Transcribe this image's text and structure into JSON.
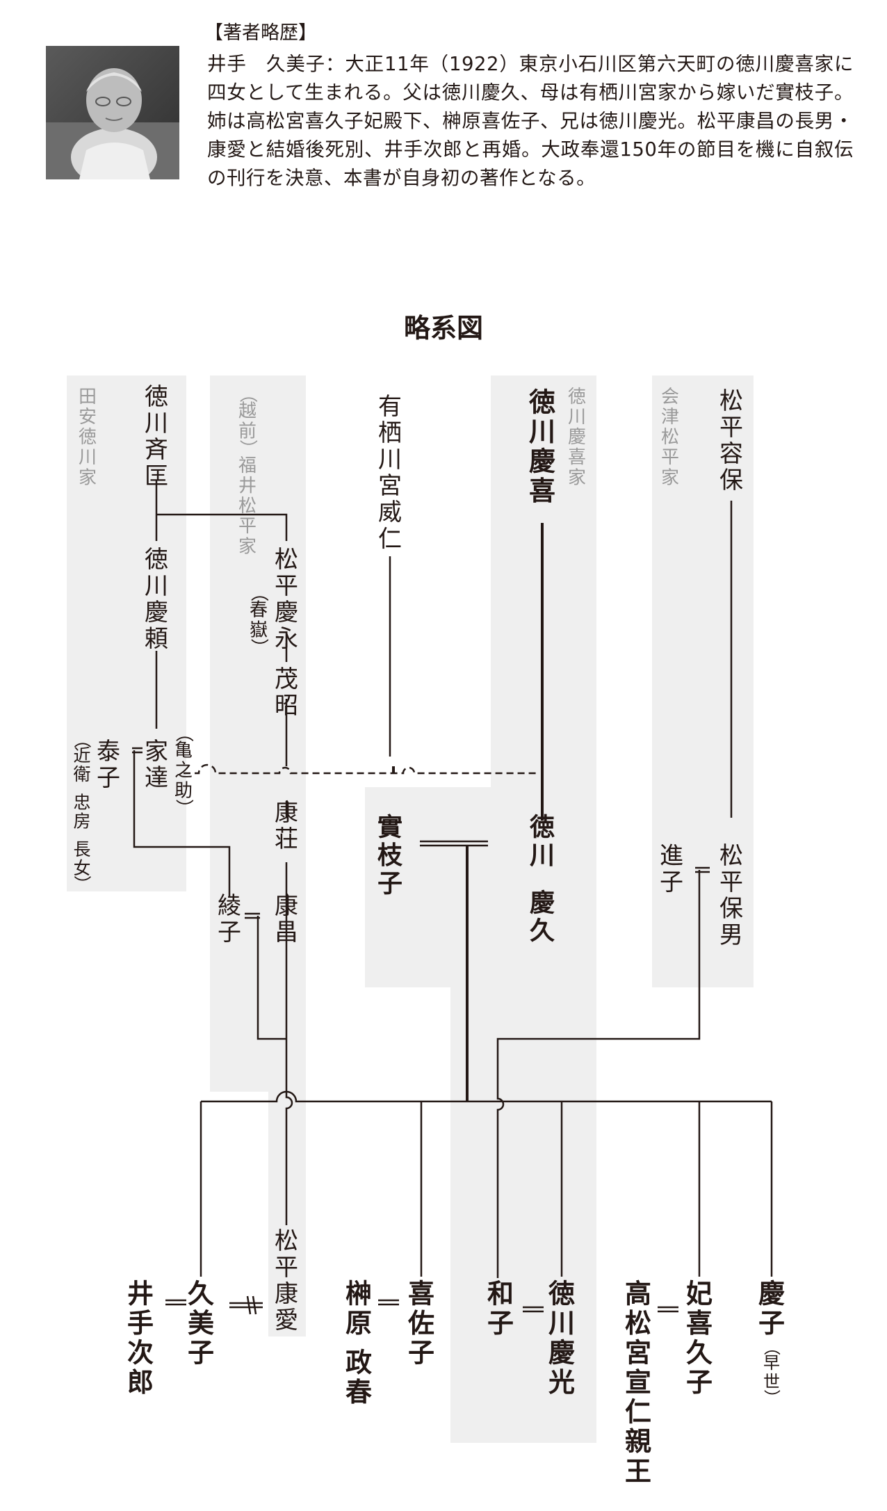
{
  "bio": {
    "heading": "【著者略歴】",
    "text": "井手　久美子：大正11年（1922）東京小石川区第六天町の徳川慶喜家に四女として生まれる。父は徳川慶久、母は有栖川宮家から嫁いだ實枝子。姉は高松宮喜久子妃殿下、榊原喜佐子、兄は徳川慶光。松平康昌の長男・康愛と結婚後死別、井手次郎と再婚。大政奉還150年の節目を機に自叙伝の刊行を決意、本書が自身初の著作となる。"
  },
  "photo": {
    "icon": "author-portrait-photo"
  },
  "diagram": {
    "title": "略系図",
    "families": {
      "tayasu": "田安徳川家",
      "fukui": "（越前）福井松平家",
      "keiki": "徳川慶喜家",
      "aizu": "会津松平家"
    },
    "people": {
      "nariyoshi": "徳川斉匡",
      "yoshiyori": "徳川慶頼",
      "iesato": "家達",
      "iesato_note": "（亀之助）",
      "yasuko": "泰子",
      "yasuko_note": "（近衛 忠房 長女）",
      "yoshinaga": "松平慶永",
      "yoshinaga_note": "（春嶽）",
      "mochiaki": "茂昭",
      "yasutaka": "康荘",
      "yasumasa": "康昌",
      "ayako": "綾子",
      "takehito": "有栖川宮威仁",
      "mieko": "實枝子",
      "yoshinobu": "徳川慶喜",
      "yoshihisa": "徳川慶久",
      "katamori": "松平容保",
      "morio": "松平保男",
      "yukiko": "進子",
      "yasuchika": "松平康愛",
      "kumiko": "久美子",
      "ide_jiro": "井手次郎",
      "kisako": "喜佐子",
      "sakakibara": "榊原政春",
      "kazuko": "和子",
      "yoshimitsu": "徳川慶光",
      "kikuko": "妃喜久子",
      "takamatsu": "高松宮宣仁親王",
      "yoshiko": "慶子",
      "yoshiko_note": "（早世）"
    }
  }
}
